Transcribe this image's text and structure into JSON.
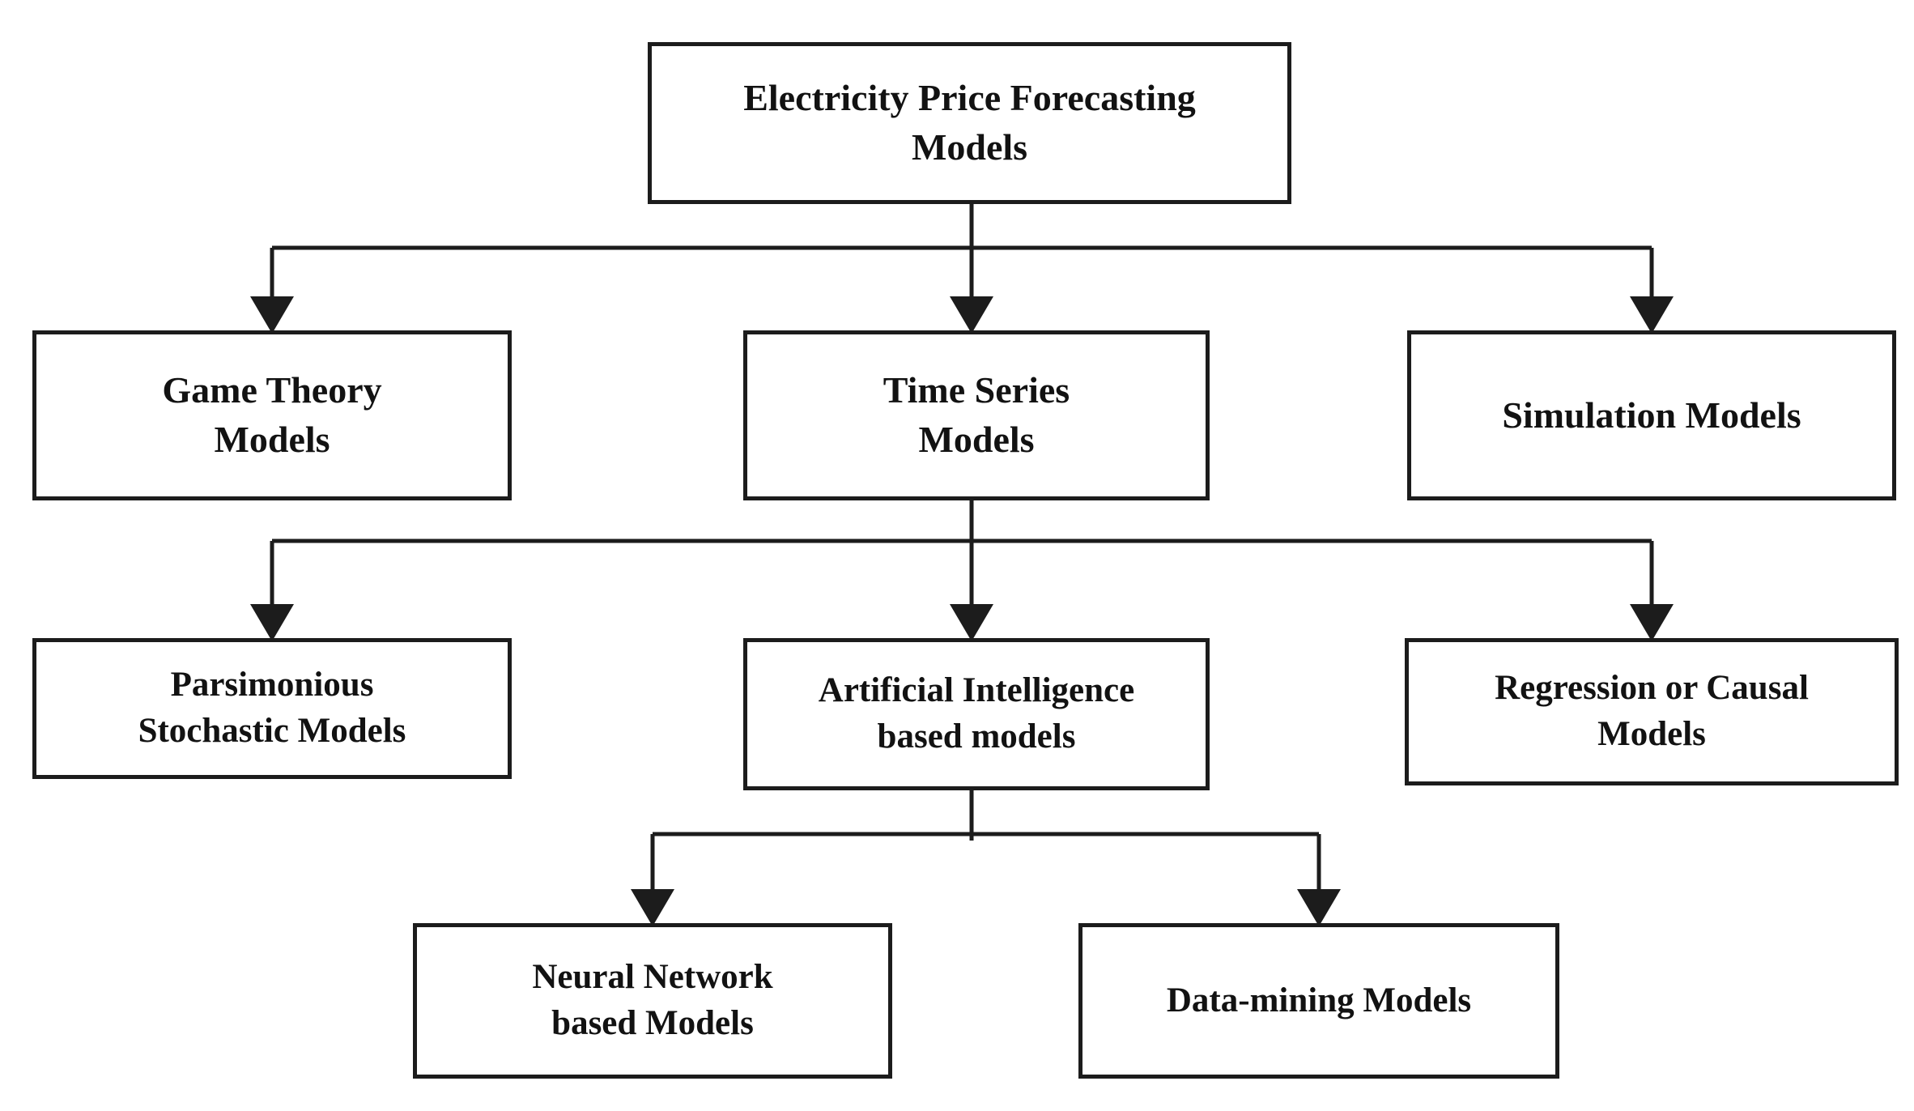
{
  "diagram": {
    "type": "flowchart",
    "orientation": "top-down",
    "colors": {
      "background": "#ffffff",
      "line": "#1c1c1c",
      "box_border": "#1c1c1c",
      "box_fill": "#ffffff",
      "text": "#121212"
    },
    "nodes": {
      "root": {
        "label": "Electricity Price Forecasting Models",
        "line1": "Electricity Price Forecasting",
        "line2": "Models",
        "level": 1
      },
      "game_theory": {
        "label": "Game Theory Models",
        "line1": "Game Theory",
        "line2": "Models",
        "level": 2,
        "parent": "root"
      },
      "time_series": {
        "label": "Time Series Models",
        "line1": "Time Series",
        "line2": "Models",
        "level": 2,
        "parent": "root"
      },
      "simulation": {
        "label": "Simulation Models",
        "line1": "Simulation Models",
        "line2": "",
        "level": 2,
        "parent": "root"
      },
      "parsimonious": {
        "label": "Parsimonious Stochastic Models",
        "line1": "Parsimonious",
        "line2": "Stochastic Models",
        "level": 3,
        "parent": "time_series"
      },
      "ai_based": {
        "label": "Artificial Intelligence based models",
        "line1": "Artificial Intelligence",
        "line2": "based models",
        "level": 3,
        "parent": "time_series"
      },
      "regression": {
        "label": "Regression or Causal Models",
        "line1": "Regression or Causal",
        "line2": "Models",
        "level": 3,
        "parent": "time_series"
      },
      "neural_network": {
        "label": "Neural Network based Models",
        "line1": "Neural Network",
        "line2": "based Models",
        "level": 4,
        "parent": "ai_based"
      },
      "data_mining": {
        "label": "Data-mining Models",
        "line1": "Data-mining Models",
        "line2": "",
        "level": 4,
        "parent": "ai_based"
      }
    },
    "edges": [
      {
        "from": "root",
        "to": "game_theory"
      },
      {
        "from": "root",
        "to": "time_series"
      },
      {
        "from": "root",
        "to": "simulation"
      },
      {
        "from": "time_series",
        "to": "parsimonious"
      },
      {
        "from": "time_series",
        "to": "ai_based"
      },
      {
        "from": "time_series",
        "to": "regression"
      },
      {
        "from": "ai_based",
        "to": "neural_network"
      },
      {
        "from": "ai_based",
        "to": "data_mining"
      }
    ]
  }
}
